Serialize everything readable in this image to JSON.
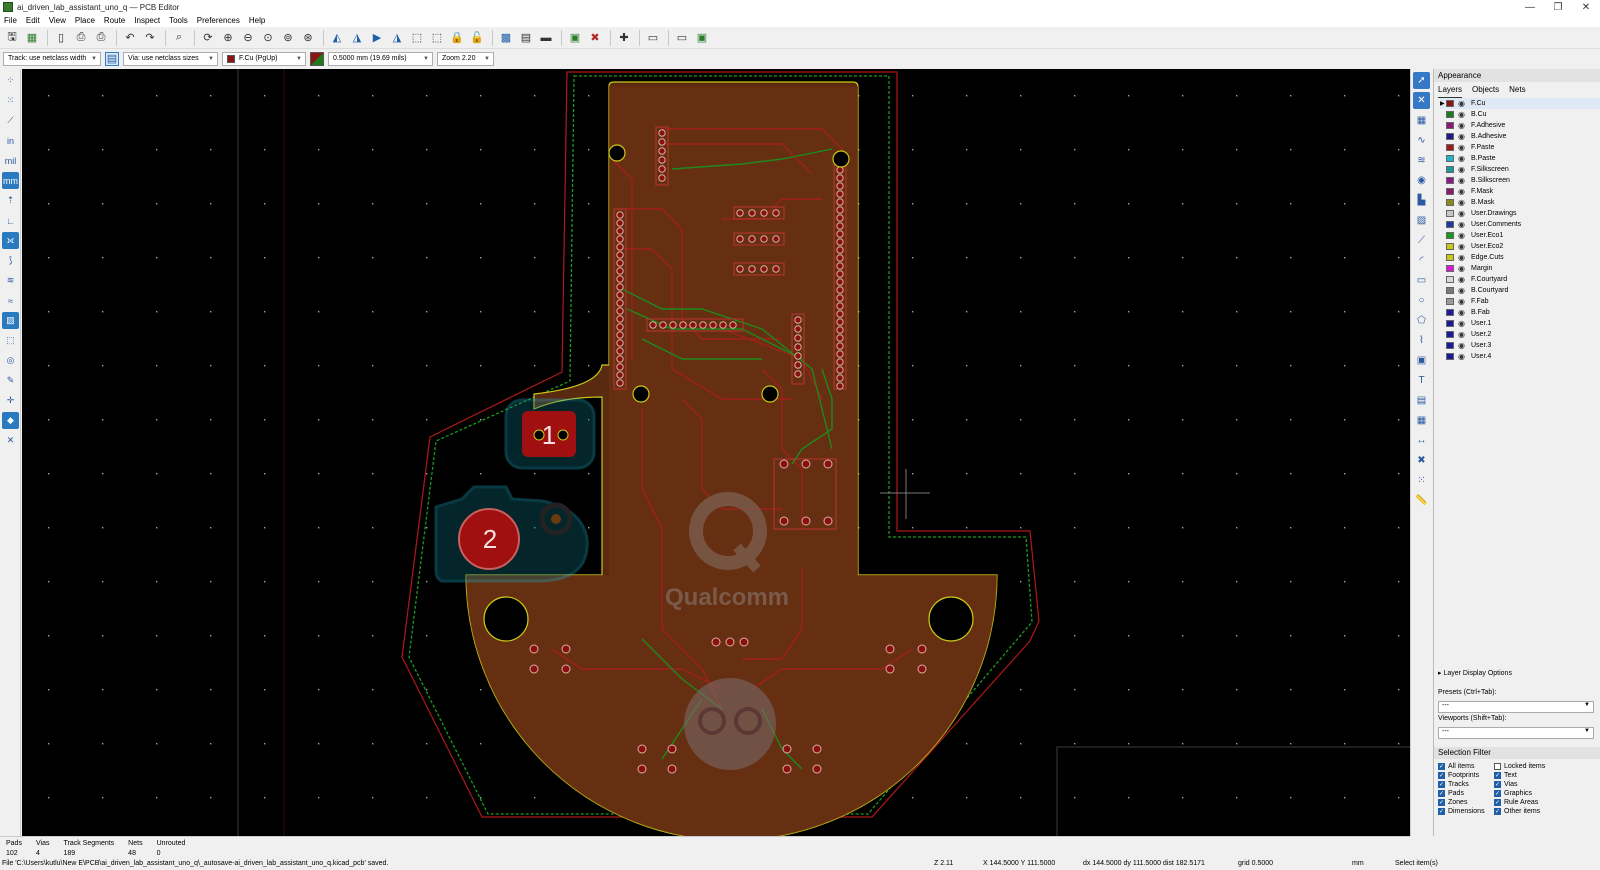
{
  "window": {
    "title": "ai_driven_lab_assistant_uno_q — PCB Editor",
    "min": "—",
    "max": "❐",
    "close": "✕"
  },
  "menu": [
    "File",
    "Edit",
    "View",
    "Place",
    "Route",
    "Inspect",
    "Tools",
    "Preferences",
    "Help"
  ],
  "options": {
    "track": "Track: use netclass width",
    "via": "Via: use netclass sizes",
    "layer": "F.Cu (PgUp)",
    "grid": "0.5000 mm (19.69 mils)",
    "zoom": "Zoom 2.20"
  },
  "appearance": {
    "title": "Appearance",
    "tabs": [
      "Layers",
      "Objects",
      "Nets"
    ],
    "layers": [
      {
        "name": "F.Cu",
        "color": "#8b1414"
      },
      {
        "name": "B.Cu",
        "color": "#1d7a1d"
      },
      {
        "name": "F.Adhesive",
        "color": "#8a1a7a"
      },
      {
        "name": "B.Adhesive",
        "color": "#1a1a8a"
      },
      {
        "name": "F.Paste",
        "color": "#a01a1a"
      },
      {
        "name": "B.Paste",
        "color": "#1ab8c8"
      },
      {
        "name": "F.Silkscreen",
        "color": "#1a9a9a"
      },
      {
        "name": "B.Silkscreen",
        "color": "#8a1a8a"
      },
      {
        "name": "F.Mask",
        "color": "#8a1a6a"
      },
      {
        "name": "B.Mask",
        "color": "#8a8a1a"
      },
      {
        "name": "User.Drawings",
        "color": "#c8c8c8"
      },
      {
        "name": "User.Comments",
        "color": "#1a3aa0"
      },
      {
        "name": "User.Eco1",
        "color": "#1a9a1a"
      },
      {
        "name": "User.Eco2",
        "color": "#c8c81a"
      },
      {
        "name": "Edge.Cuts",
        "color": "#c8c81a"
      },
      {
        "name": "Margin",
        "color": "#d81ad8"
      },
      {
        "name": "F.Courtyard",
        "color": "#d8d8d8"
      },
      {
        "name": "B.Courtyard",
        "color": "#7a7a7a"
      },
      {
        "name": "F.Fab",
        "color": "#9a9a9a"
      },
      {
        "name": "B.Fab",
        "color": "#1a1a9a"
      },
      {
        "name": "User.1",
        "color": "#1a1a9a"
      },
      {
        "name": "User.2",
        "color": "#1a1a9a"
      },
      {
        "name": "User.3",
        "color": "#1a1a9a"
      },
      {
        "name": "User.4",
        "color": "#1a1a9a"
      }
    ],
    "layer_display_options": "Layer Display Options",
    "presets_label": "Presets (Ctrl+Tab):",
    "presets_value": "---",
    "viewports_label": "Viewports (Shift+Tab):",
    "viewports_value": "---"
  },
  "selection_filter": {
    "title": "Selection Filter",
    "items": [
      {
        "label": "All items",
        "checked": true
      },
      {
        "label": "Locked items",
        "checked": false
      },
      {
        "label": "Footprints",
        "checked": true
      },
      {
        "label": "Text",
        "checked": true
      },
      {
        "label": "Tracks",
        "checked": true
      },
      {
        "label": "Vias",
        "checked": true
      },
      {
        "label": "Pads",
        "checked": true
      },
      {
        "label": "Graphics",
        "checked": true
      },
      {
        "label": "Zones",
        "checked": true
      },
      {
        "label": "Rule Areas",
        "checked": true
      },
      {
        "label": "Dimensions",
        "checked": true
      },
      {
        "label": "Other items",
        "checked": true
      }
    ]
  },
  "board_stats": [
    {
      "label": "Pads",
      "value": "102"
    },
    {
      "label": "Vias",
      "value": "4"
    },
    {
      "label": "Track Segments",
      "value": "189"
    },
    {
      "label": "Nets",
      "value": "48"
    },
    {
      "label": "Unrouted",
      "value": "0"
    }
  ],
  "status": {
    "message": "File 'C:\\Users\\kutlu\\New E\\PCB\\ai_driven_lab_assistant_uno_q\\_autosave-ai_driven_lab_assistant_uno_q.kicad_pcb' saved.",
    "zoom": "Z 2.11",
    "xy": "X 144.5000  Y 111.5000",
    "delta": "dx 144.5000  dy 111.5000  dist 182.5171",
    "grid": "grid 0.5000",
    "units": "mm",
    "mode": "Select item(s)"
  },
  "board_text": {
    "badge1": "1",
    "badge2": "2",
    "logo": "Qualcomm",
    "q": "Q"
  }
}
